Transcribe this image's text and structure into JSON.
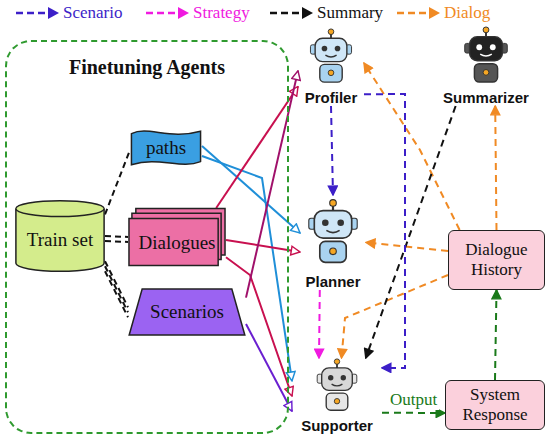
{
  "diagram": {
    "nodes": [
      {
        "text": [
          "Finetuning Agents"
        ]
      },
      {
        "text": [
          "Train set"
        ],
        "in": 0
      },
      {
        "text": [
          "paths"
        ],
        "in": 0
      },
      {
        "text": [
          "Dialogues"
        ],
        "in": 0
      },
      {
        "text": [
          "Scenarios"
        ],
        "in": 0
      },
      {
        "text": [
          "Profiler"
        ]
      },
      {
        "text": [
          "Summarizer"
        ]
      },
      {
        "text": [
          "Planner"
        ]
      },
      {
        "text": [
          "Dialogue History"
        ]
      },
      {
        "text": [
          "Supporter"
        ]
      },
      {
        "text": [
          "System Response"
        ]
      }
    ],
    "edges": [
      {
        "from": 1,
        "to": 2,
        "arrow": "none"
      },
      {
        "from": 1,
        "to": 3,
        "arrow": "none"
      },
      {
        "from": 1,
        "to": 4,
        "arrow": "none"
      },
      {
        "from": 2,
        "to": 7,
        "arrow": "to"
      },
      {
        "from": 2,
        "to": 9,
        "arrow": "to"
      },
      {
        "from": 3,
        "to": 5,
        "arrow": "to"
      },
      {
        "from": 3,
        "to": 7,
        "arrow": "to"
      },
      {
        "from": 3,
        "to": 9,
        "arrow": "to"
      },
      {
        "from": 4,
        "to": 5,
        "arrow": "to"
      },
      {
        "from": 4,
        "to": 9,
        "arrow": "to"
      },
      {
        "from": 5,
        "to": 7,
        "arrow": "to"
      },
      {
        "from": 8,
        "to": 5,
        "arrow": "to"
      },
      {
        "from": 8,
        "to": 6,
        "arrow": "to"
      },
      {
        "from": 8,
        "to": 7,
        "arrow": "to"
      },
      {
        "from": 8,
        "to": 9,
        "arrow": "to"
      },
      {
        "from": 6,
        "to": 9,
        "arrow": "to"
      },
      {
        "from": 7,
        "to": 9,
        "arrow": "to"
      },
      {
        "from": 5,
        "to": 9,
        "arrow": "to"
      },
      {
        "from": 9,
        "to": 10,
        "label": "Output",
        "arrow": "to"
      },
      {
        "from": 10,
        "to": 8,
        "arrow": "to"
      }
    ],
    "legend": [
      {
        "text": "Scenario"
      },
      {
        "text": "Strategy"
      },
      {
        "text": "Summary"
      },
      {
        "text": "Dialog"
      }
    ]
  }
}
